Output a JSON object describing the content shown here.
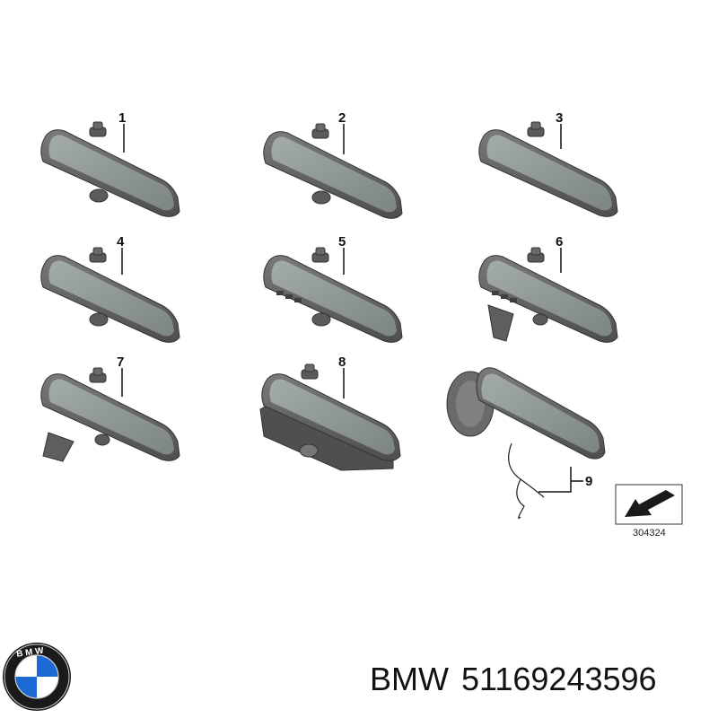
{
  "callouts": [
    {
      "label": "1"
    },
    {
      "label": "2"
    },
    {
      "label": "3"
    },
    {
      "label": "4"
    },
    {
      "label": "5"
    },
    {
      "label": "6"
    },
    {
      "label": "7"
    },
    {
      "label": "8"
    },
    {
      "label": "9"
    }
  ],
  "reference_number": "304324",
  "brand": {
    "name": "BMW",
    "part_number": "51169243596",
    "logo_letters": "BMW",
    "logo_colors": {
      "ring": "#1a1a1a",
      "blue": "#1c69d4",
      "white": "#ffffff"
    }
  },
  "colors": {
    "mirror_housing": "#6e6e6e",
    "mirror_glass": "#8c958f",
    "line": "#111111"
  }
}
